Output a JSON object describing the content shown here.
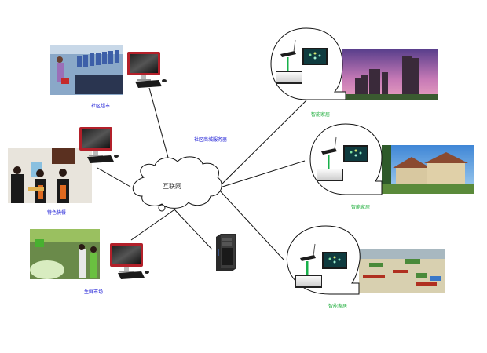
{
  "diagram": {
    "type": "network-topology",
    "hub": {
      "label": "互联网",
      "icon": "cloud-icon"
    },
    "server": {
      "label": "社区商城服务器",
      "icon": "tower-server-icon"
    },
    "clients": [
      {
        "id": "supermarket",
        "label": "社区超市",
        "icon": "desktop-computer-icon",
        "photo": "supermarket-aisle-photo"
      },
      {
        "id": "fastfood",
        "label": "特色快餐",
        "icon": "desktop-computer-icon",
        "photo": "fastfood-counter-photo"
      },
      {
        "id": "freshmarket",
        "label": "生鲜市场",
        "icon": "desktop-computer-icon",
        "photo": "fresh-market-photo"
      }
    ],
    "homes": [
      {
        "id": "home1",
        "label": "智能家居",
        "photo": "high-rise-residence-photo",
        "devices": [
          "wifi-router-icon",
          "set-top-box-icon",
          "touch-panel-icon"
        ]
      },
      {
        "id": "home2",
        "label": "智能家居",
        "photo": "villa-residence-photo",
        "devices": [
          "wifi-router-icon",
          "set-top-box-icon",
          "touch-panel-icon"
        ]
      },
      {
        "id": "home3",
        "label": "智能家居",
        "photo": "apartment-block-photo",
        "devices": [
          "wifi-router-icon",
          "set-top-box-icon",
          "touch-panel-icon"
        ]
      }
    ],
    "colors": {
      "client_label": "#1a1ad6",
      "home_label": "#1fae3c",
      "link": "#111111",
      "device_link": "#18b04a",
      "monitor_frame": "#b3202a"
    }
  }
}
